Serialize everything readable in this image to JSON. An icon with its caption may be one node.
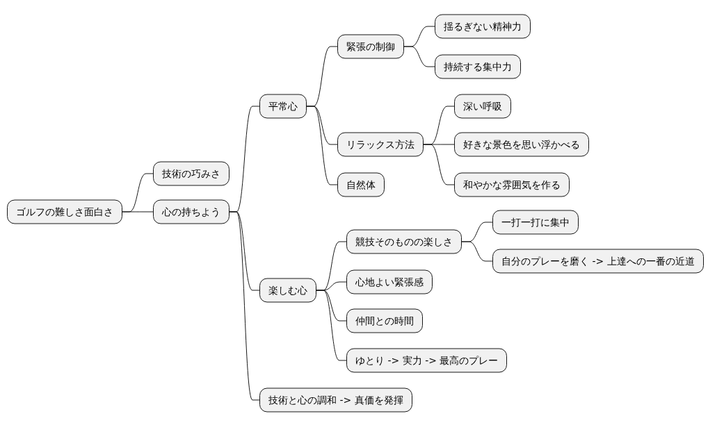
{
  "diagram": {
    "nodes": [
      {
        "text": [
          "ゴルフの難しさ面白さ"
        ]
      },
      {
        "text": [
          "技術の巧みさ"
        ]
      },
      {
        "text": [
          "心の持ちよう"
        ]
      },
      {
        "text": [
          "平常心"
        ]
      },
      {
        "text": [
          "緊張の制御"
        ]
      },
      {
        "text": [
          "揺るぎない精神力"
        ]
      },
      {
        "text": [
          "持続する集中力"
        ]
      },
      {
        "text": [
          "リラックス方法"
        ]
      },
      {
        "text": [
          "深い呼吸"
        ]
      },
      {
        "text": [
          "好きな景色を思い浮かべる"
        ]
      },
      {
        "text": [
          "和やかな雰囲気を作る"
        ]
      },
      {
        "text": [
          "自然体"
        ]
      },
      {
        "text": [
          "楽しむ心"
        ]
      },
      {
        "text": [
          "競技そのものの楽しさ"
        ]
      },
      {
        "text": [
          "一打一打に集中"
        ]
      },
      {
        "text": [
          "自分のプレーを磨く -> 上達への一番の近道"
        ]
      },
      {
        "text": [
          "心地よい緊張感"
        ]
      },
      {
        "text": [
          "仲間との時間"
        ]
      },
      {
        "text": [
          "ゆとり -> 実力 -> 最高のプレー"
        ]
      },
      {
        "text": [
          "技術と心の調和 -> 真価を発揮"
        ]
      }
    ],
    "edges": [
      {
        "from": 0,
        "to": 1,
        "arrow": "none"
      },
      {
        "from": 0,
        "to": 2,
        "arrow": "none"
      },
      {
        "from": 2,
        "to": 3,
        "arrow": "none"
      },
      {
        "from": 3,
        "to": 4,
        "arrow": "none"
      },
      {
        "from": 4,
        "to": 5,
        "arrow": "none"
      },
      {
        "from": 4,
        "to": 6,
        "arrow": "none"
      },
      {
        "from": 3,
        "to": 7,
        "arrow": "none"
      },
      {
        "from": 7,
        "to": 8,
        "arrow": "none"
      },
      {
        "from": 7,
        "to": 9,
        "arrow": "none"
      },
      {
        "from": 7,
        "to": 10,
        "arrow": "none"
      },
      {
        "from": 3,
        "to": 11,
        "arrow": "none"
      },
      {
        "from": 2,
        "to": 12,
        "arrow": "none"
      },
      {
        "from": 12,
        "to": 13,
        "arrow": "none"
      },
      {
        "from": 13,
        "to": 14,
        "arrow": "none"
      },
      {
        "from": 13,
        "to": 15,
        "arrow": "none"
      },
      {
        "from": 12,
        "to": 16,
        "arrow": "none"
      },
      {
        "from": 12,
        "to": 17,
        "arrow": "none"
      },
      {
        "from": 12,
        "to": 18,
        "arrow": "none"
      },
      {
        "from": 2,
        "to": 19,
        "arrow": "none"
      }
    ]
  }
}
